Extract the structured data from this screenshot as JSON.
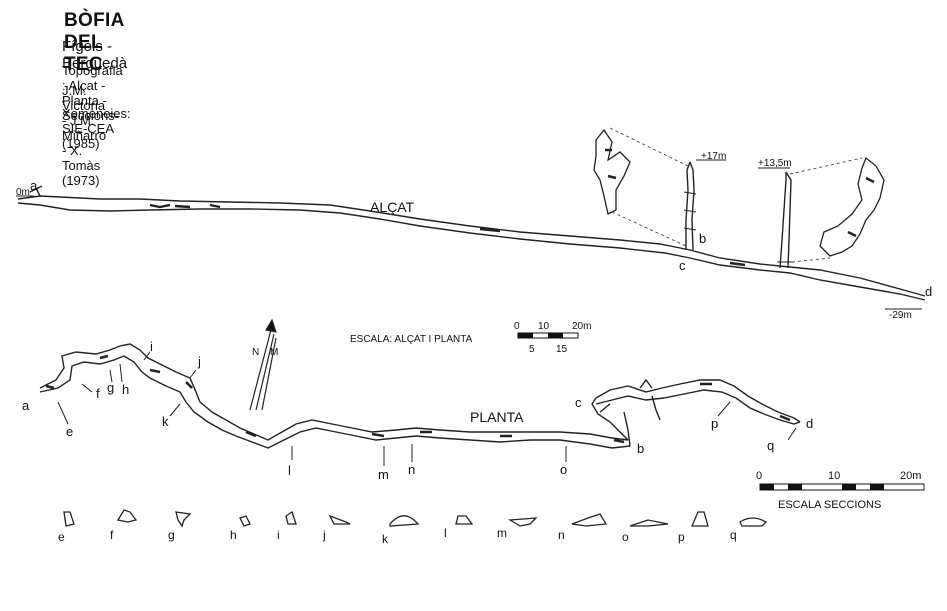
{
  "header": {
    "title": "BÒFIA DEL TEC",
    "subtitle": "Fígols - Berguedà",
    "topography": "Topografia : Alçat - Planta - Seccions-",
    "authors": "J.M. Victoria - J.M. Miñarro - X. Tomàs  (1973)",
    "chimneys": "Xemeneies:  SIE-CEA  (1985)"
  },
  "elevation": {
    "label": "ALÇAT",
    "depth_start": "0m",
    "depth_end": "-29m",
    "chimney_b_height": "+17m",
    "chimney_c_height": "+13,5m",
    "letters": {
      "a": "a",
      "b": "b",
      "c": "c",
      "d": "d"
    }
  },
  "plan": {
    "label": "PLANTA",
    "north_label": "N",
    "magnetic_label": "M",
    "scale_label": "ESCALA: ALÇAT  I  PLANTA",
    "scale_top_ticks": [
      "0",
      "10",
      "20m"
    ],
    "scale_bottom_ticks": [
      "5",
      "15"
    ],
    "letters": [
      "a",
      "e",
      "f",
      "g",
      "h",
      "i",
      "j",
      "k",
      "l",
      "m",
      "n",
      "o",
      "c",
      "b",
      "p",
      "q",
      "d"
    ]
  },
  "sections": {
    "scale_label": "ESCALA SECCIONS",
    "scale_ticks": [
      "0",
      "10",
      "20m"
    ],
    "labels": [
      "e",
      "f",
      "g",
      "h",
      "i",
      "j",
      "k",
      "l",
      "m",
      "n",
      "o",
      "p",
      "q"
    ]
  }
}
